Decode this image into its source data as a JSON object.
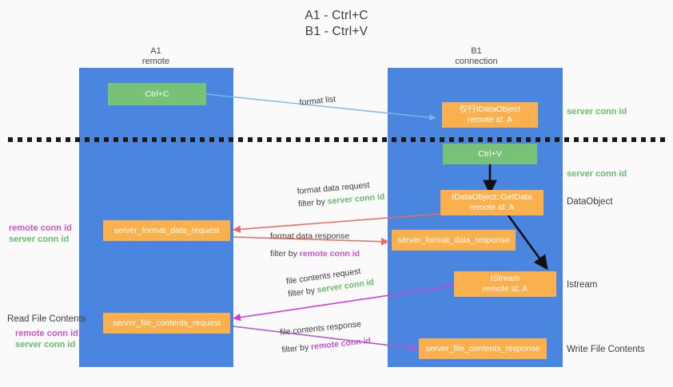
{
  "title": {
    "line1": "A1 - Ctrl+C",
    "line2": "B1 - Ctrl+V"
  },
  "columns": [
    {
      "name": "A1",
      "sub": "remote"
    },
    {
      "name": "B1",
      "sub": "connection"
    }
  ],
  "nodes": {
    "ctrl_c": {
      "label": "Ctrl+C",
      "color": "#77c276"
    },
    "ctrl_v": {
      "label": "Ctrl+V",
      "color": "#77c276"
    },
    "idataobject": {
      "line1": "仅行IDataObject",
      "line2": "remote id: A",
      "color": "#fbb04e"
    },
    "getdata": {
      "line1": "IDataObject::GetData",
      "line2": "remote id: A",
      "color": "#fbb04e"
    },
    "istream": {
      "line1": "IStream",
      "line2": "remote id: A",
      "color": "#fbb04e"
    },
    "fmt_req": {
      "label": "server_format_data_request",
      "color": "#fbb04e"
    },
    "fmt_resp": {
      "label": "server_format_data_response",
      "color": "#fbb04e"
    },
    "file_req": {
      "label": "server_file_contents_request",
      "color": "#fbb04e"
    },
    "file_resp": {
      "label": "server_file_contents_response",
      "color": "#fbb04e"
    }
  },
  "edge_labels": {
    "format_list": "format list",
    "fmt_req_l1": "format data request",
    "fmt_req_filter_prefix": "filter by ",
    "fmt_req_filter_key": "server conn id",
    "fmt_resp_l1": "format data response",
    "fmt_resp_filter_prefix": "filter by ",
    "fmt_resp_filter_key": "remote conn id",
    "file_req_l1": "file contents request",
    "file_req_filter_prefix": "filter by ",
    "file_req_filter_key": "server conn id",
    "file_resp_l1": "file contents response",
    "file_resp_filter_prefix": "filter by ",
    "file_resp_filter_key": "remote conn id"
  },
  "right_labels": {
    "server_conn_id_top": "server conn id",
    "server_conn_id_mid": "server conn id",
    "dataobject": "DataObject",
    "istream": "Istream",
    "write_file_contents": "Write File Contents"
  },
  "left_labels": {
    "remote_conn_id_1": "remote conn id",
    "server_conn_id_1": "server conn id",
    "read_file_contents": "Read File Contents",
    "remote_conn_id_2": "remote conn id",
    "server_conn_id_2": "server conn id"
  },
  "colors": {
    "lane": "#4a86e0",
    "green": "#77c276",
    "orange": "#fbb04e",
    "green_text": "#6aba6a",
    "purple_text": "#cc52cc",
    "arrow_blue": "#79b7e8",
    "arrow_red": "#ee6a5a",
    "arrow_magenta": "#d63ad6",
    "arrow_purple": "#b05ad0",
    "arrow_black": "#111111",
    "divider": "#1a1a1a"
  }
}
